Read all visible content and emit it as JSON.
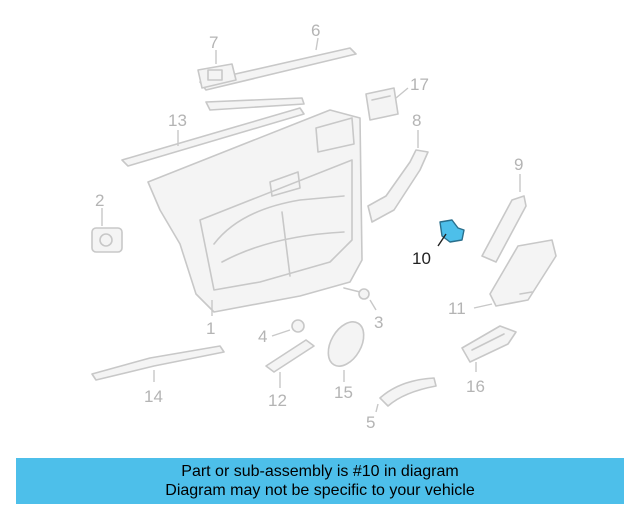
{
  "diagram": {
    "callouts": [
      "1",
      "2",
      "3",
      "4",
      "5",
      "6",
      "7",
      "8",
      "9",
      "10",
      "11",
      "12",
      "13",
      "14",
      "15",
      "16",
      "17"
    ],
    "highlighted_callout": "10",
    "highlight_color": "#4dbfea",
    "line_color": "#c8c8c8"
  },
  "banner": {
    "line1": "Part or sub-assembly is #10 in diagram",
    "line2": "Diagram may not be specific to your vehicle",
    "background": "#4dbfea"
  }
}
